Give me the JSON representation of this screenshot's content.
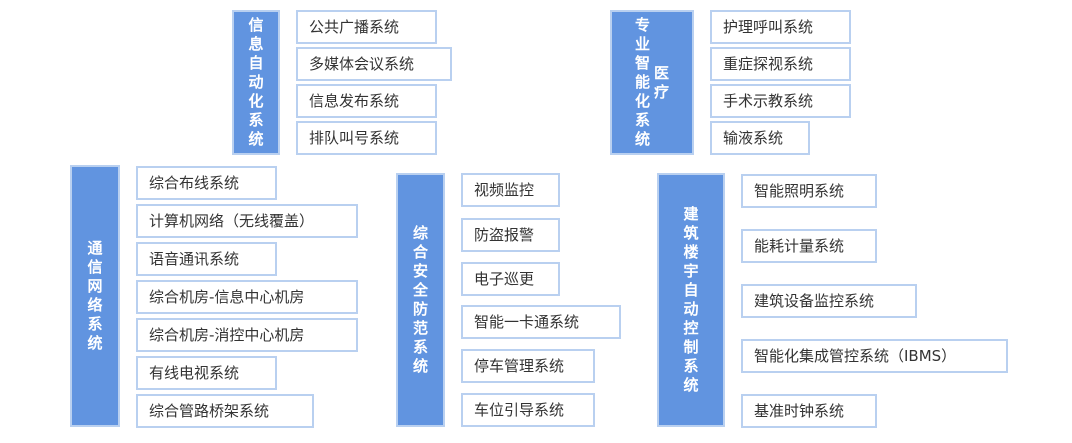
{
  "accent": "#6194e0",
  "border": "#b9d0f0",
  "groups": [
    {
      "id": "info",
      "category": "信息自动化系统",
      "items": [
        "公共广播系统",
        "多媒体会议系统",
        "信息发布系统",
        "排队叫号系统"
      ]
    },
    {
      "id": "medical",
      "category": "专业智能化医疗系统",
      "category_col1": "专业智能化系统",
      "category_col2": "医疗",
      "items": [
        "护理呼叫系统",
        "重症探视系统",
        "手术示教系统",
        "输液系统"
      ]
    },
    {
      "id": "network",
      "category": "通信网络系统",
      "items": [
        "综合布线系统",
        "计算机网络（无线覆盖）",
        "语音通讯系统",
        "综合机房-信息中心机房",
        "综合机房-消控中心机房",
        "有线电视系统",
        "综合管路桥架系统"
      ]
    },
    {
      "id": "security",
      "category": "综合安全防范系统",
      "items": [
        "视频监控",
        "防盗报警",
        "电子巡更",
        "智能一卡通系统",
        "停车管理系统",
        "车位引导系统"
      ]
    },
    {
      "id": "building",
      "category": "建筑楼宇自动控制系统",
      "items": [
        "智能照明系统",
        "能耗计量系统",
        "建筑设备监控系统",
        "智能化集成管控系统（IBMS）",
        "基准时钟系统"
      ]
    }
  ]
}
